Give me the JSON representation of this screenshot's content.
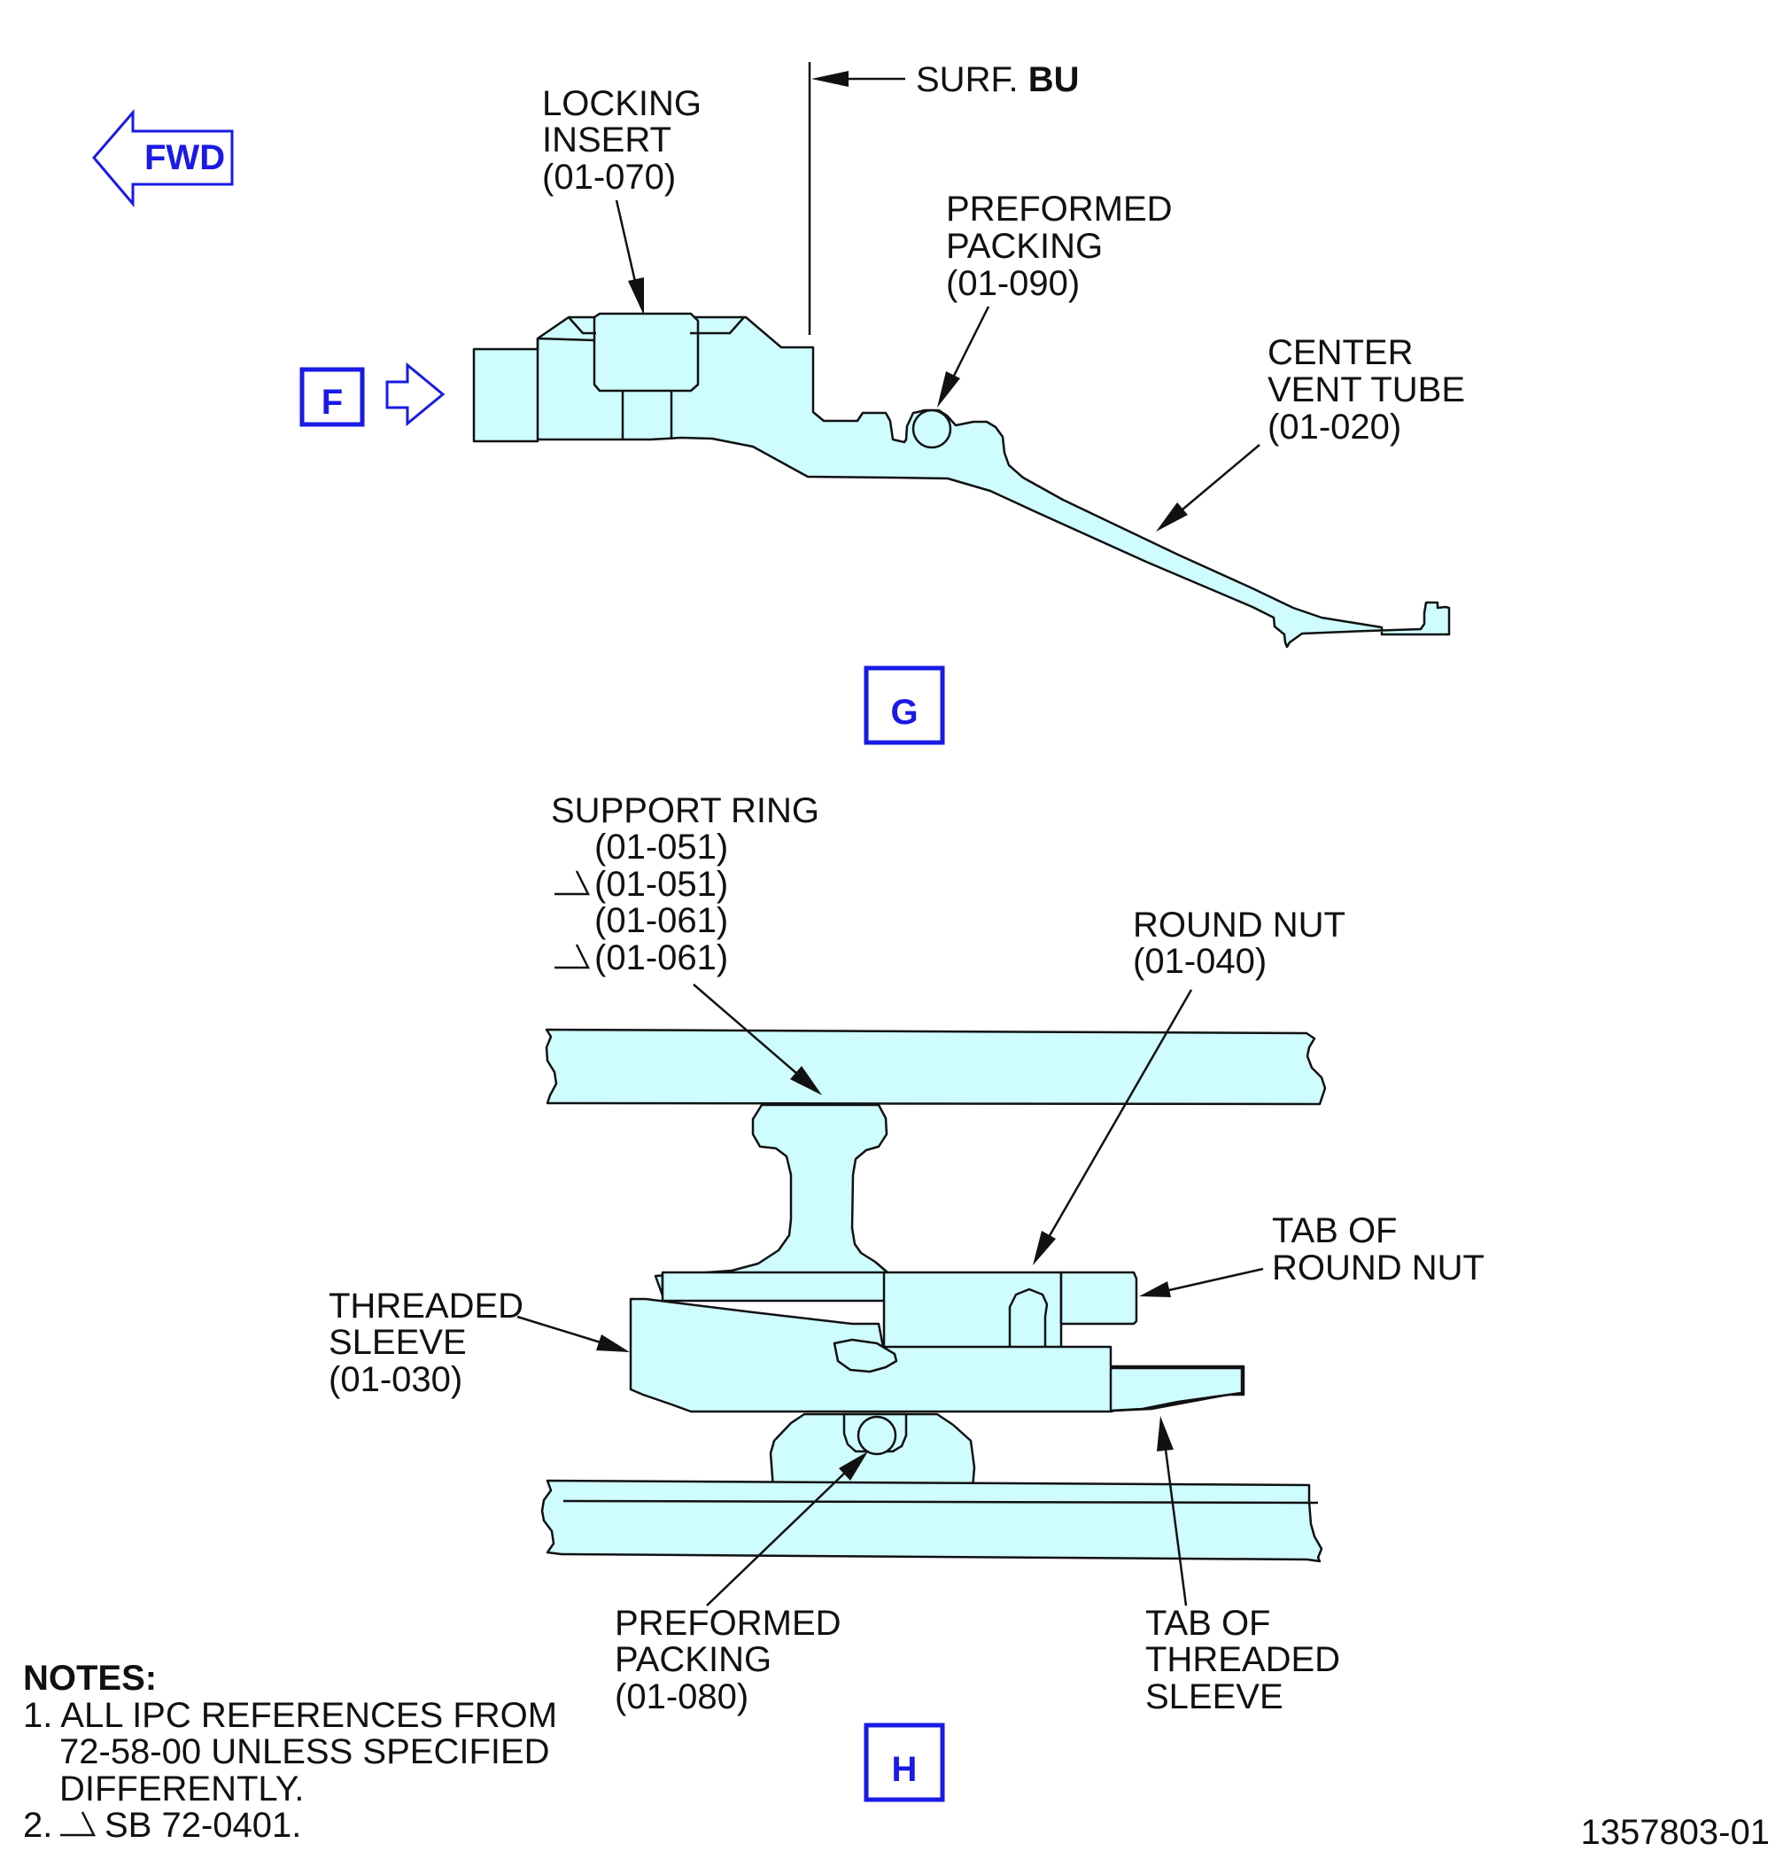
{
  "fwd_label": "FWD",
  "view_f_label": "F",
  "view_g_label": "G",
  "view_h_label": "H",
  "surf": {
    "prefix": "SURF.",
    "code": "BU"
  },
  "view_g": {
    "locking_insert": [
      "LOCKING",
      "INSERT",
      "(01-070)"
    ],
    "preformed_packing": [
      "PREFORMED",
      "PACKING",
      "(01-090)"
    ],
    "center_vent_tube": [
      "CENTER",
      "VENT TUBE",
      "(01-020)"
    ]
  },
  "view_h": {
    "support_ring": [
      "SUPPORT RING",
      "(01-051)",
      "(01-051)",
      "(01-061)",
      "(01-061)"
    ],
    "round_nut": [
      "ROUND NUT",
      "(01-040)"
    ],
    "tab_of_round_nut": [
      "TAB OF",
      "ROUND NUT"
    ],
    "threaded_sleeve": [
      "THREADED",
      "SLEEVE",
      "(01-030)"
    ],
    "preformed_packing": [
      "PREFORMED",
      "PACKING",
      "(01-080)"
    ],
    "tab_of_threaded_sleeve": [
      "TAB OF",
      "THREADED",
      "SLEEVE"
    ]
  },
  "notes": {
    "title": "NOTES:",
    "note1": [
      "1. ALL IPC REFERENCES FROM",
      "72-58-00 UNLESS SPECIFIED",
      "DIFFERENTLY."
    ],
    "note2_prefix": "2.",
    "note2_text": "SB 72-0401."
  },
  "drawing_number": "1357803-01",
  "colors": {
    "part_fill": "#cefcff",
    "highlight_blue": "#1a1ae6",
    "ink": "#111111"
  }
}
